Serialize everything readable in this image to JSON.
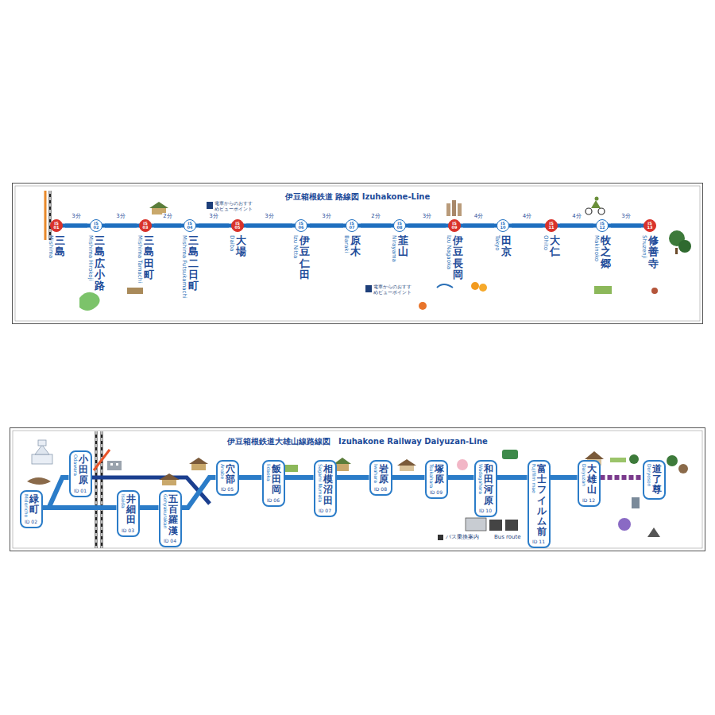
{
  "diagram": {
    "nodes": [
      {
        "text": [
          "伊豆箱根鉄道 路線図 Izuhakone-Line"
        ]
      },
      {
        "text": [
          "IS 01",
          "三島",
          "Mishima"
        ],
        "in": 0
      },
      {
        "text": [
          "IS 02",
          "三島広小路",
          "Mishima Hirokoji"
        ],
        "in": 0
      },
      {
        "text": [
          "IS 03",
          "三島田町",
          "Mishima Tamachi"
        ],
        "in": 0
      },
      {
        "text": [
          "IS 04",
          "三島二日町",
          "Mishima Futsukamachi"
        ],
        "in": 0
      },
      {
        "text": [
          "IS 05",
          "大場",
          "Daiba"
        ],
        "in": 0
      },
      {
        "text": [
          "IS 06",
          "伊豆仁田",
          "Izu Nitta"
        ],
        "in": 0
      },
      {
        "text": [
          "IS 07",
          "原木",
          "Baraki"
        ],
        "in": 0
      },
      {
        "text": [
          "IS 08",
          "韮山",
          "Nirayama"
        ],
        "in": 0
      },
      {
        "text": [
          "IS 09",
          "伊豆長岡",
          "Izu Nagaoka"
        ],
        "in": 0
      },
      {
        "text": [
          "IS 10",
          "田京",
          "Takyo"
        ],
        "in": 0
      },
      {
        "text": [
          "IS 11",
          "大仁",
          "Ohito"
        ],
        "in": 0
      },
      {
        "text": [
          "IS 12",
          "牧之郷",
          "Makinoko"
        ],
        "in": 0
      },
      {
        "text": [
          "IS 13",
          "修善寺",
          "Shuzenji"
        ],
        "in": 0
      },
      {
        "text": [
          "伊豆箱根鉄道大雄山線路線図　Izuhakone Railway Daiyuzan-Line"
        ]
      },
      {
        "text": [
          "Midoricho",
          "緑町",
          "ID 02"
        ],
        "in": 14
      },
      {
        "text": [
          "Odawara",
          "小田原",
          "ID 01"
        ],
        "in": 14
      },
      {
        "text": [
          "Isaida",
          "井細田",
          "ID 03"
        ],
        "in": 14
      },
      {
        "text": [
          "Gohyakurakan",
          "五百羅漢",
          "ID 04"
        ],
        "in": 14
      },
      {
        "text": [
          "Anabe",
          "穴部",
          "ID 05"
        ],
        "in": 14
      },
      {
        "text": [
          "Iidaoka",
          "飯田岡",
          "ID 06"
        ],
        "in": 14
      },
      {
        "text": [
          "Sagami Numata",
          "相模沼田",
          "ID 07"
        ],
        "in": 14
      },
      {
        "text": [
          "Iwahara",
          "岩原",
          "ID 08"
        ],
        "in": 14
      },
      {
        "text": [
          "Tsukahara",
          "塚原",
          "ID 09"
        ],
        "in": 14
      },
      {
        "text": [
          "Wadagahara",
          "和田河原",
          "ID 10"
        ],
        "in": 14
      },
      {
        "text": [
          "Fujifilm mae",
          "富士フイルム前",
          "ID 11"
        ],
        "in": 14
      },
      {
        "text": [
          "Daiyuzan",
          "大雄山",
          "ID 12"
        ],
        "in": 14
      },
      {
        "text": [
          "Doryoson",
          "道了尊"
        ],
        "in": 14
      }
    ],
    "edges": [
      {
        "from": 1,
        "to": 2,
        "arrow": "none",
        "label": "3分"
      },
      {
        "from": 2,
        "to": 3,
        "arrow": "none",
        "label": "3分"
      },
      {
        "from": 3,
        "to": 4,
        "arrow": "none",
        "label": "2分"
      },
      {
        "from": 4,
        "to": 5,
        "arrow": "none",
        "label": "3分"
      },
      {
        "from": 5,
        "to": 6,
        "arrow": "none",
        "label": "3分"
      },
      {
        "from": 6,
        "to": 7,
        "arrow": "none",
        "label": "3分"
      },
      {
        "from": 7,
        "to": 8,
        "arrow": "none",
        "label": "2分"
      },
      {
        "from": 8,
        "to": 9,
        "arrow": "none",
        "label": "3分"
      },
      {
        "from": 9,
        "to": 10,
        "arrow": "none",
        "label": "4分"
      },
      {
        "from": 10,
        "to": 11,
        "arrow": "none",
        "label": "4分"
      },
      {
        "from": 11,
        "to": 12,
        "arrow": "none",
        "label": "4分"
      },
      {
        "from": 12,
        "to": 13,
        "arrow": "none",
        "label": "3分"
      },
      {
        "from": 16,
        "to": 15,
        "arrow": "none"
      },
      {
        "from": 15,
        "to": 17,
        "arrow": "none"
      },
      {
        "from": 17,
        "to": 18,
        "arrow": "none"
      },
      {
        "from": 18,
        "to": 19,
        "arrow": "none"
      },
      {
        "from": 19,
        "to": 20,
        "arrow": "none"
      },
      {
        "from": 20,
        "to": 21,
        "arrow": "none"
      },
      {
        "from": 21,
        "to": 22,
        "arrow": "none"
      },
      {
        "from": 22,
        "to": 23,
        "arrow": "none"
      },
      {
        "from": 23,
        "to": 24,
        "arrow": "none"
      },
      {
        "from": 24,
        "to": 25,
        "arrow": "none"
      },
      {
        "from": 25,
        "to": 26,
        "arrow": "none"
      },
      {
        "from": 26,
        "to": 27,
        "arrow": "none"
      }
    ],
    "labels": [
      "電車からのおすすめビューポイント",
      "電車からのおすすめビューポイント",
      "バス乗換案内",
      "Bus route"
    ]
  }
}
